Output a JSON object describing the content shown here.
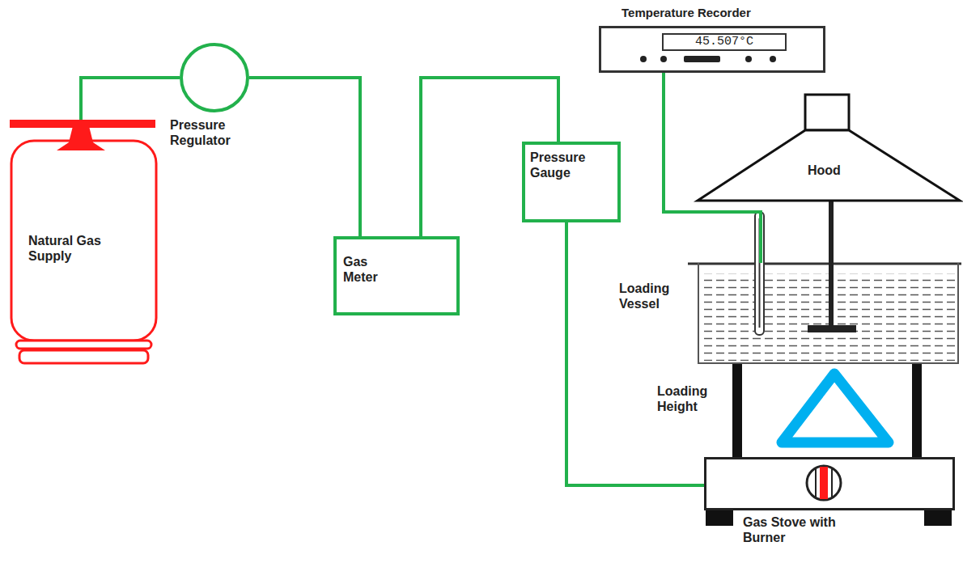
{
  "diagram": {
    "nodes": [
      {
        "text": [
          "Temperature Recorder",
          "45.507°C"
        ]
      },
      {
        "text": [
          "Natural Gas Supply"
        ]
      },
      {
        "text": [
          "Pressure Regulator"
        ]
      },
      {
        "text": [
          "Gas Meter"
        ]
      },
      {
        "text": [
          "Pressure Gauge"
        ]
      },
      {
        "text": [
          "Hood"
        ]
      },
      {
        "text": [
          "Loading Vessel"
        ]
      },
      {
        "text": [
          "Gas Stove with Burner"
        ]
      }
    ],
    "edges": [
      {
        "from": 1,
        "to": 2,
        "arrow": "none"
      },
      {
        "from": 2,
        "to": 3,
        "arrow": "none"
      },
      {
        "from": 3,
        "to": 4,
        "arrow": "none"
      },
      {
        "from": 4,
        "to": 7,
        "arrow": "none"
      },
      {
        "from": 0,
        "to": 6,
        "arrow": "none"
      }
    ],
    "labels": [
      "Loading Height"
    ]
  }
}
